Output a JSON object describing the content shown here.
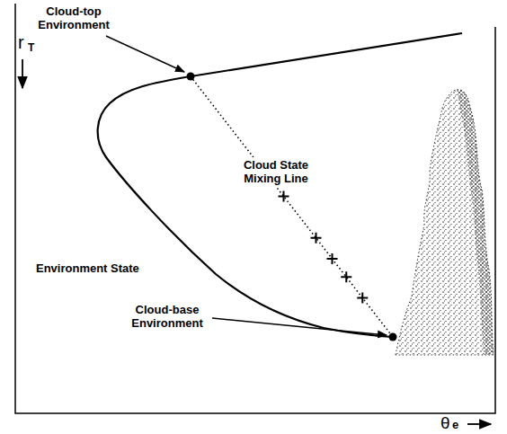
{
  "diagram": {
    "labels": [
      "Cloud-top Environment",
      "Cloud State Mixing Line",
      "Environment State",
      "Cloud-base Environment",
      "r",
      "T",
      "θ",
      "e"
    ]
  }
}
